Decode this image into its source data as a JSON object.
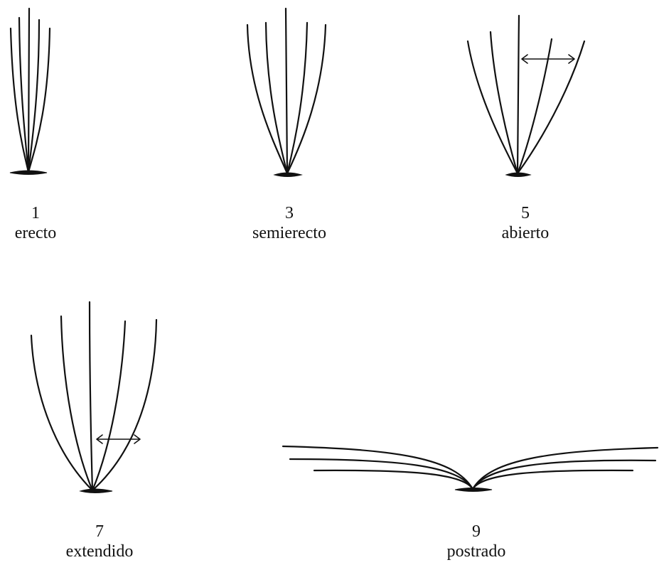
{
  "habits": [
    {
      "id": "erecto",
      "number": "1",
      "label": "erecto"
    },
    {
      "id": "semierecto",
      "number": "3",
      "label": "semierecto"
    },
    {
      "id": "abierto",
      "number": "5",
      "label": "abierto"
    },
    {
      "id": "extendido",
      "number": "7",
      "label": "extendido"
    },
    {
      "id": "postrado",
      "number": "9",
      "label": "postrado"
    }
  ]
}
